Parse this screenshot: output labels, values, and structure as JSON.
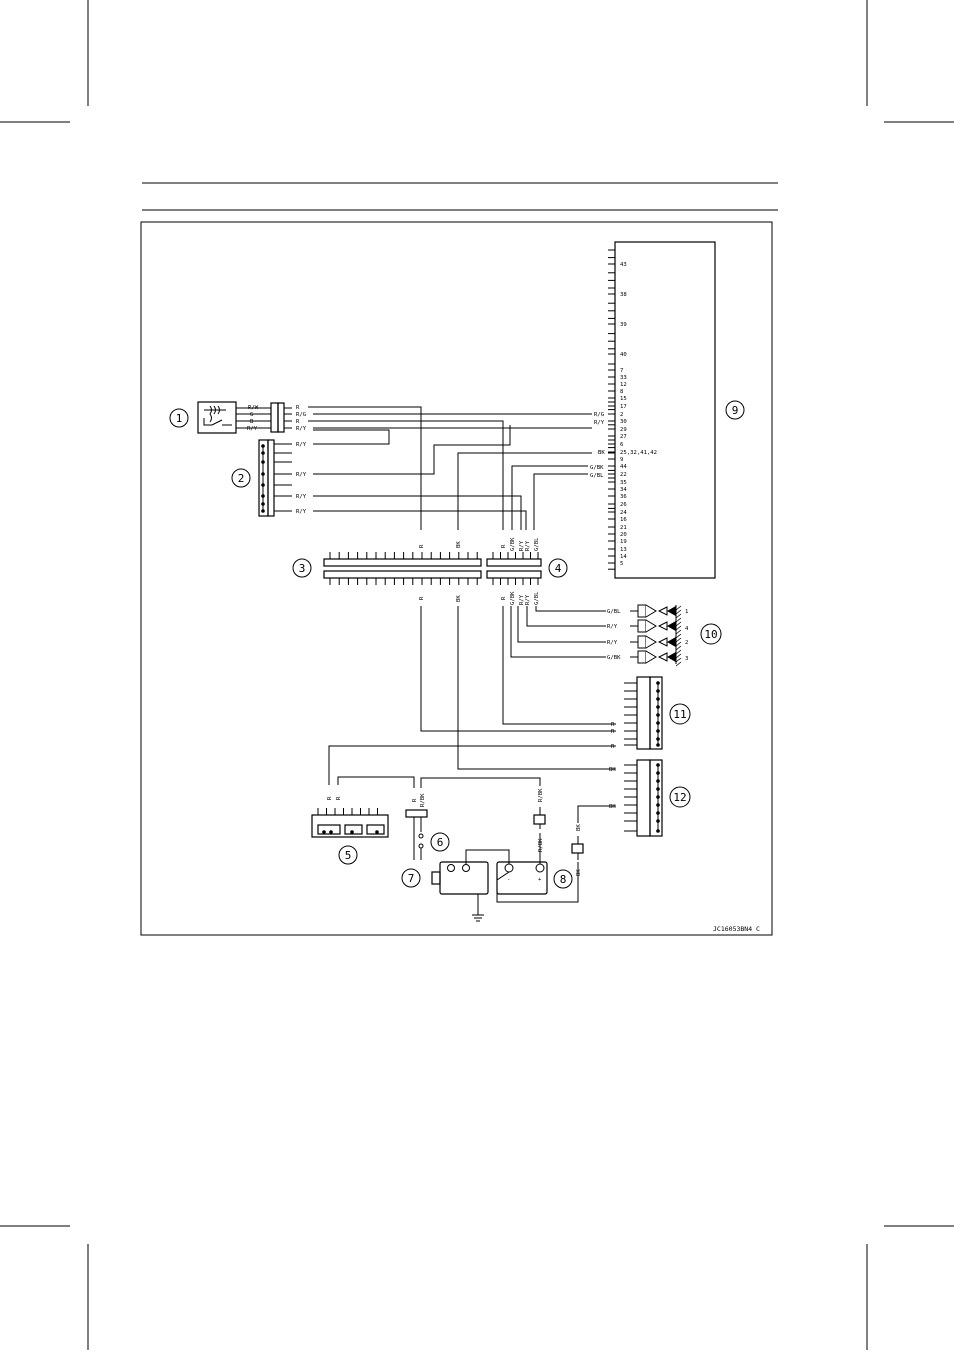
{
  "diagram": {
    "figure_code": "JC16053BN4 C",
    "callouts": [
      "1",
      "2",
      "3",
      "4",
      "5",
      "6",
      "7",
      "8",
      "9",
      "10",
      "11",
      "12"
    ],
    "ecu_pins": [
      "43",
      "38",
      "39",
      "40",
      "7",
      "33",
      "12",
      "8",
      "15",
      "17",
      "2",
      "30",
      "29",
      "27",
      "6",
      "25,32,41,42",
      "9",
      "44",
      "22",
      "35",
      "34",
      "36",
      "26",
      "24",
      "16",
      "21",
      "20",
      "19",
      "13",
      "14",
      "5"
    ],
    "sw1_left": [
      "R/W",
      "G",
      "B",
      "R/Y"
    ],
    "sw1_right": [
      "R",
      "R/G",
      "R",
      "R/Y"
    ],
    "conn2": [
      "R/Y",
      "R/Y",
      "R/Y",
      "R/Y"
    ],
    "ecu_left": [
      "R/G",
      "R/Y",
      "BK",
      "G/BK",
      "G/BL"
    ],
    "joint3_top": [
      "R",
      "BK"
    ],
    "joint4_top": [
      "R",
      "G/BK",
      "R/Y",
      "R/Y",
      "G/BL"
    ],
    "joint3_bottom": [
      "R",
      "BK"
    ],
    "joint4_bottom": [
      "R",
      "G/BK",
      "R/Y",
      "R/Y",
      "G/BL"
    ],
    "inj_wires": [
      "G/BL",
      "R/Y",
      "R/Y",
      "G/BK"
    ],
    "inj_nums": [
      "1",
      "4",
      "2",
      "3"
    ],
    "conn11": [
      "R",
      "R",
      "R"
    ],
    "conn12": [
      "BK",
      "BK"
    ],
    "fuse5": [
      "R",
      "R"
    ],
    "relay7": [
      "R",
      "R/BK"
    ],
    "batt_wires": [
      "R/BK",
      "R/BK",
      "BK",
      "BK"
    ],
    "batt_terms": [
      "-",
      "+"
    ]
  }
}
